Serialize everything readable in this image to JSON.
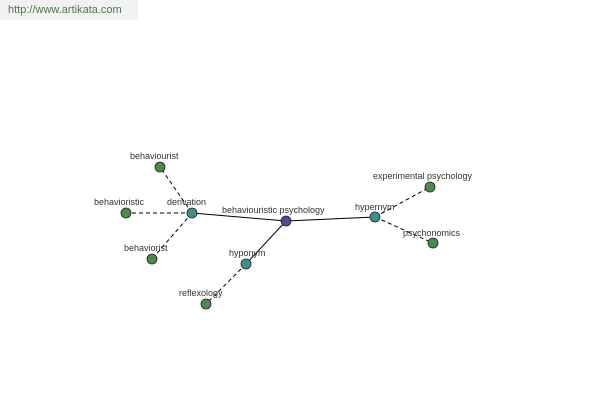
{
  "banner": {
    "url": "http://www.artikata.com"
  },
  "colors": {
    "center": "#4a4f8a",
    "relation": "#3f8f8f",
    "leaf": "#4a8a4a",
    "edge": "#000000"
  },
  "graph": {
    "center": {
      "label": "behaviouristic psychology"
    },
    "relations": {
      "derivation": {
        "label": "derivation"
      },
      "hypernym": {
        "label": "hypernym"
      },
      "hyponym": {
        "label": "hyponym"
      }
    },
    "leaves": {
      "behaviourist": {
        "label": "behaviourist"
      },
      "behavioristic": {
        "label": "behavioristic"
      },
      "behaviorist": {
        "label": "behaviorist"
      },
      "experimental_psychology": {
        "label": "experimental psychology"
      },
      "psychonomics": {
        "label": "psychonomics"
      },
      "reflexology": {
        "label": "reflexology"
      }
    }
  }
}
